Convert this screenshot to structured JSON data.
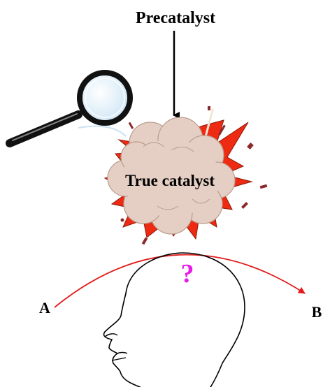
{
  "labels": {
    "precatalyst": "Precatalyst",
    "true_catalyst": "True catalyst",
    "point_a": "A",
    "point_b": "B",
    "question": "?"
  },
  "colors": {
    "cloud": "#E5CFC4",
    "burst": "#EE2A12",
    "debris": "#8B2A2A",
    "arc": "#E21A1A",
    "question": "#E81CE8",
    "lens": "#C9E2F4",
    "handle": "#111111"
  },
  "icons": {
    "magnifier": "magnifying-glass-icon",
    "explosion": "explosion-burst",
    "head": "human-head-outline"
  }
}
